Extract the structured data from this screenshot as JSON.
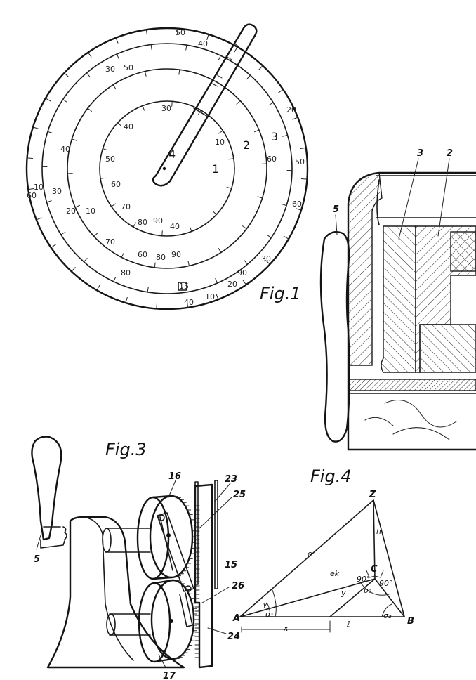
{
  "figures": {
    "fig1": {
      "label": "Fig.1",
      "ring_numbers": [
        "1",
        "2",
        "3",
        "4"
      ],
      "inner_scale": [
        "10",
        "20",
        "30",
        "40",
        "50",
        "60",
        "70",
        "80",
        "90",
        "40",
        "50"
      ],
      "middle_scale": [
        "60",
        "50",
        "40",
        "30",
        "20",
        "10",
        "80",
        "90",
        "60"
      ],
      "outer_scale": [
        "50",
        "40",
        "30",
        "20",
        "10",
        "60",
        "70",
        "80",
        "90",
        "30",
        "20",
        "10",
        "40",
        "50",
        "60"
      ],
      "bottom_box": "15"
    },
    "fig2": {
      "refs": [
        "3",
        "2",
        "5"
      ]
    },
    "fig3": {
      "label": "Fig.3",
      "refs": {
        "handle": "5",
        "gear_top": "16",
        "gear_bottom": "17",
        "rail": "23",
        "rack_top": "25",
        "plate": "15",
        "rack_mid": "26",
        "rack_bottom": "24"
      }
    },
    "fig4": {
      "label": "Fig.4",
      "points": {
        "z": "Z",
        "a": "A",
        "b": "B",
        "c": "C"
      },
      "edges": {
        "e": "e",
        "ek": "ek",
        "y": "y",
        "x": "x",
        "l": "ℓ",
        "h": "h"
      },
      "angles": {
        "a1": "90°",
        "a2": "90°",
        "gamma": "γ",
        "s1": "σ₁",
        "s2": "σ₂",
        "s3": "σ₃"
      }
    }
  }
}
